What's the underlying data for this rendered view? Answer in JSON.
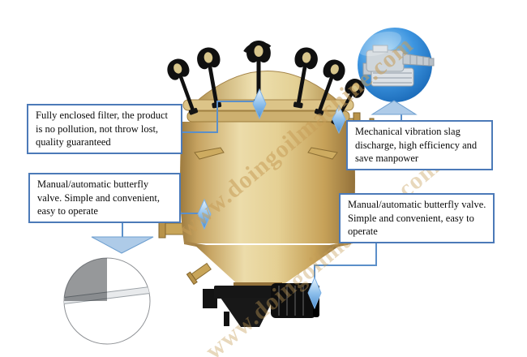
{
  "watermark": {
    "text": "www.doingoilmachine.com"
  },
  "callouts": {
    "enclosed_filter": {
      "text": "Fully enclosed filter, the product is no pollution, not throw lost, quality guaranteed"
    },
    "butterfly_valve_left": {
      "text": "Manual/automatic butterfly valve. Simple and convenient, easy to operate"
    },
    "slag_discharge": {
      "text": "Mechanical vibration slag discharge, high efficiency and save manpower"
    },
    "butterfly_valve_bottom": {
      "text": "Manual/automatic butterfly valve. Simple and convenient, easy to operate"
    }
  },
  "images": {
    "vibration_motor_photo": "vibration-motor-photo",
    "filter_plates_photo": "filter-plates-photo"
  },
  "colors": {
    "callout_border": "#4c7ab8",
    "connector_blue": "#5b8fc9",
    "arrow_light_blue": "#aecbe8",
    "vessel_beige": "#d9c289",
    "photo_circle_blue": "#1f6fc4",
    "watermark_tan": "#c89f5c"
  }
}
